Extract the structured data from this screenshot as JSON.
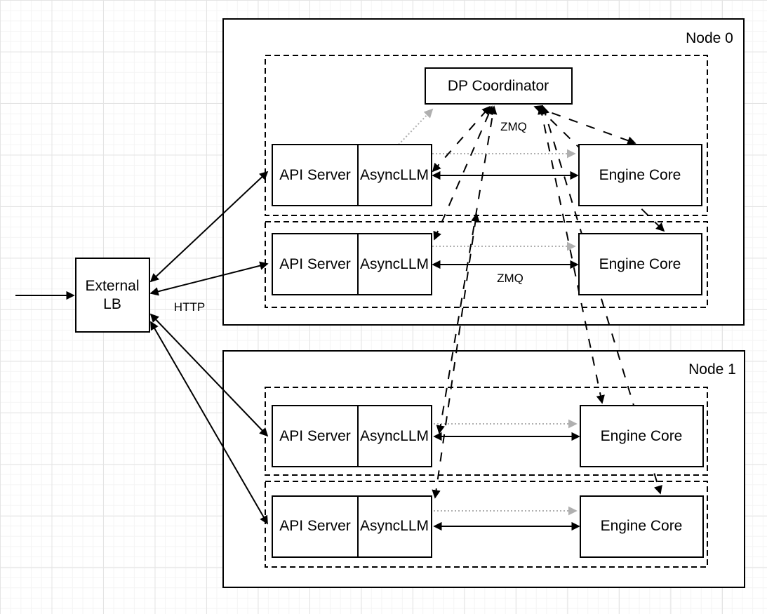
{
  "external_lb": {
    "line1": "External",
    "line2": "LB"
  },
  "nodes": [
    {
      "label": "Node 0",
      "coordinator_label": "DP Coordinator",
      "ranks": [
        {
          "api_server": "API Server",
          "async_llm": "AsyncLLM",
          "engine_core": "Engine Core"
        },
        {
          "api_server": "API Server",
          "async_llm": "AsyncLLM",
          "engine_core": "Engine Core"
        }
      ]
    },
    {
      "label": "Node 1",
      "ranks": [
        {
          "api_server": "API Server",
          "async_llm": "AsyncLLM",
          "engine_core": "Engine Core"
        },
        {
          "api_server": "API Server",
          "async_llm": "AsyncLLM",
          "engine_core": "Engine Core"
        }
      ]
    }
  ],
  "edge_labels": {
    "http": "HTTP",
    "zmq_coordinator": "ZMQ",
    "zmq_engine": "ZMQ"
  },
  "colors": {
    "stroke": "#000000",
    "dotted_gray": "#b0b0b0",
    "box_fill": "#ffffff",
    "grid_minor": "#f4f4f4",
    "grid_major": "#e4e4e4"
  },
  "edges": [
    {
      "from": "client",
      "to": "External LB",
      "style": "solid",
      "arrows": "end"
    },
    {
      "from": "External LB",
      "to": "API Server (Node 0, rank 0)",
      "style": "solid",
      "arrows": "both",
      "label": "HTTP"
    },
    {
      "from": "External LB",
      "to": "API Server (Node 0, rank 1)",
      "style": "solid",
      "arrows": "both",
      "label": "HTTP"
    },
    {
      "from": "External LB",
      "to": "API Server (Node 1, rank 0)",
      "style": "solid",
      "arrows": "both",
      "label": "HTTP"
    },
    {
      "from": "External LB",
      "to": "API Server (Node 1, rank 1)",
      "style": "solid",
      "arrows": "both",
      "label": "HTTP"
    },
    {
      "from": "AsyncLLM (Node 0, rank 0)",
      "to": "Engine Core (Node 0, rank 0)",
      "style": "solid",
      "arrows": "both",
      "label": "ZMQ"
    },
    {
      "from": "AsyncLLM (Node 0, rank 1)",
      "to": "Engine Core (Node 0, rank 1)",
      "style": "solid",
      "arrows": "both",
      "label": "ZMQ"
    },
    {
      "from": "AsyncLLM (Node 1, rank 0)",
      "to": "Engine Core (Node 1, rank 0)",
      "style": "solid",
      "arrows": "both"
    },
    {
      "from": "AsyncLLM (Node 1, rank 1)",
      "to": "Engine Core (Node 1, rank 1)",
      "style": "solid",
      "arrows": "both"
    },
    {
      "from": "AsyncLLM (Node 0, rank 0)",
      "to": "Engine Core (Node 0, rank 0)",
      "style": "dotted-gray",
      "arrows": "end"
    },
    {
      "from": "AsyncLLM (Node 0, rank 1)",
      "to": "Engine Core (Node 0, rank 1)",
      "style": "dotted-gray",
      "arrows": "end"
    },
    {
      "from": "AsyncLLM (Node 1, rank 0)",
      "to": "Engine Core (Node 1, rank 0)",
      "style": "dotted-gray",
      "arrows": "end"
    },
    {
      "from": "AsyncLLM (Node 1, rank 1)",
      "to": "Engine Core (Node 1, rank 1)",
      "style": "dotted-gray",
      "arrows": "end"
    },
    {
      "from": "AsyncLLM (Node 0, rank 0)",
      "to": "DP Coordinator",
      "style": "dotted-gray",
      "arrows": "end"
    },
    {
      "from": "DP Coordinator",
      "to": "AsyncLLM (Node 0, rank 0)",
      "style": "dashed",
      "arrows": "both",
      "label": "ZMQ"
    },
    {
      "from": "DP Coordinator",
      "to": "AsyncLLM (Node 0, rank 1)",
      "style": "dashed",
      "arrows": "both"
    },
    {
      "from": "DP Coordinator",
      "to": "AsyncLLM (Node 1, rank 0)",
      "style": "dashed",
      "arrows": "both"
    },
    {
      "from": "DP Coordinator",
      "to": "AsyncLLM (Node 1, rank 1)",
      "style": "dashed",
      "arrows": "both"
    },
    {
      "from": "DP Coordinator",
      "to": "Engine Core (Node 0, rank 0)",
      "style": "dashed",
      "arrows": "both"
    },
    {
      "from": "DP Coordinator",
      "to": "Engine Core (Node 0, rank 1)",
      "style": "dashed",
      "arrows": "both"
    },
    {
      "from": "DP Coordinator",
      "to": "Engine Core (Node 1, rank 0)",
      "style": "dashed",
      "arrows": "both"
    },
    {
      "from": "DP Coordinator",
      "to": "Engine Core (Node 1, rank 1)",
      "style": "dashed",
      "arrows": "both"
    }
  ]
}
